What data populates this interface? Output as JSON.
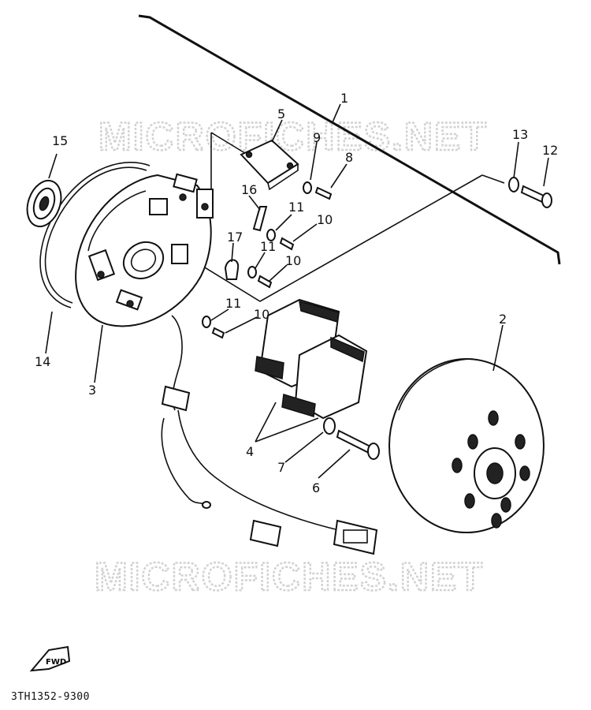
{
  "diagram": {
    "callouts": [
      "1",
      "2",
      "3",
      "4",
      "5",
      "6",
      "7",
      "8",
      "9",
      "10",
      "10",
      "10",
      "11",
      "11",
      "11",
      "12",
      "13",
      "14",
      "15",
      "16",
      "17"
    ],
    "watermark": "MICROFICHES.NET",
    "fwd_label": "FWD",
    "part_code": "3TH1352-9300"
  },
  "colors": {
    "ink": "#111111",
    "watermark": "#d2d2d2",
    "paper": "#ffffff"
  }
}
